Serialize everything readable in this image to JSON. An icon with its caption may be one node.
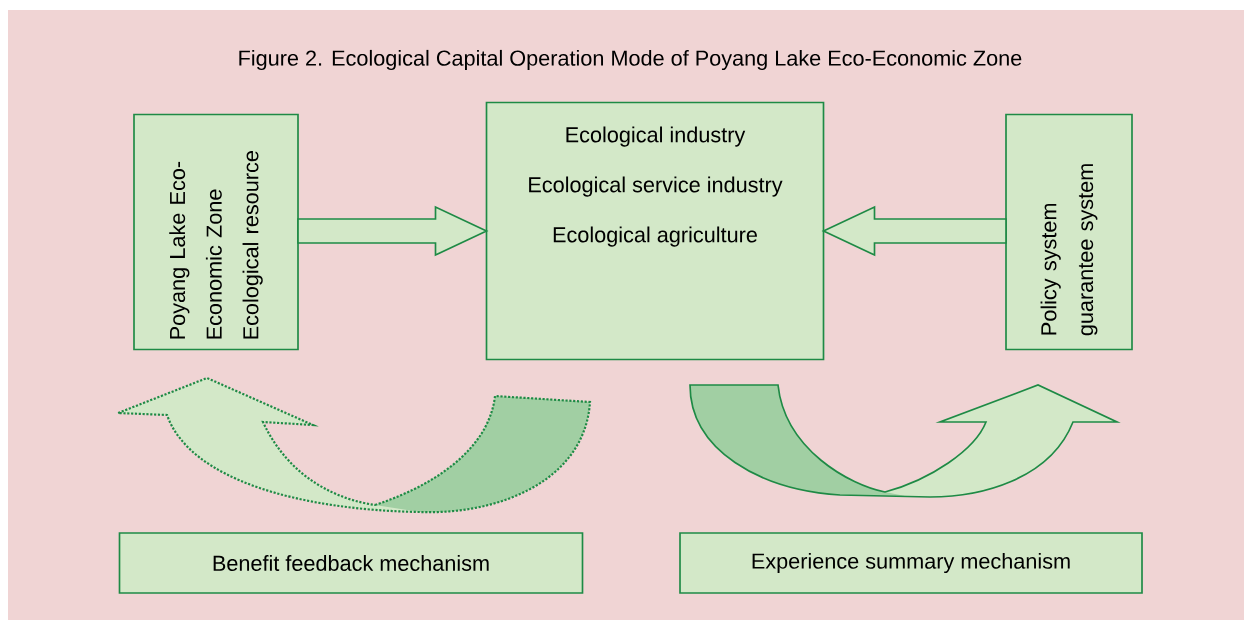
{
  "diagram": {
    "title": "Figure 2. Ecological Capital Operation Mode of Poyang Lake Eco-Economic Zone",
    "nodes": [
      {
        "text": [
          "Poyang Lake Eco-Economic Zone Ecological resource"
        ]
      },
      {
        "text": [
          "Ecological industry",
          "Ecological service industry",
          "Ecological agriculture"
        ]
      },
      {
        "text": [
          "Policy system guarantee system"
        ]
      },
      {
        "text": [
          "Benefit feedback mechanism"
        ]
      },
      {
        "text": [
          "Experience summary mechanism"
        ]
      }
    ],
    "edges": [
      {
        "from": 0,
        "to": 1,
        "arrow": "to"
      },
      {
        "from": 2,
        "to": 1,
        "arrow": "to"
      },
      {
        "from": 1,
        "to": 0,
        "arrow": "to",
        "style": "dashed"
      },
      {
        "from": 1,
        "to": 2,
        "arrow": "to"
      }
    ]
  }
}
